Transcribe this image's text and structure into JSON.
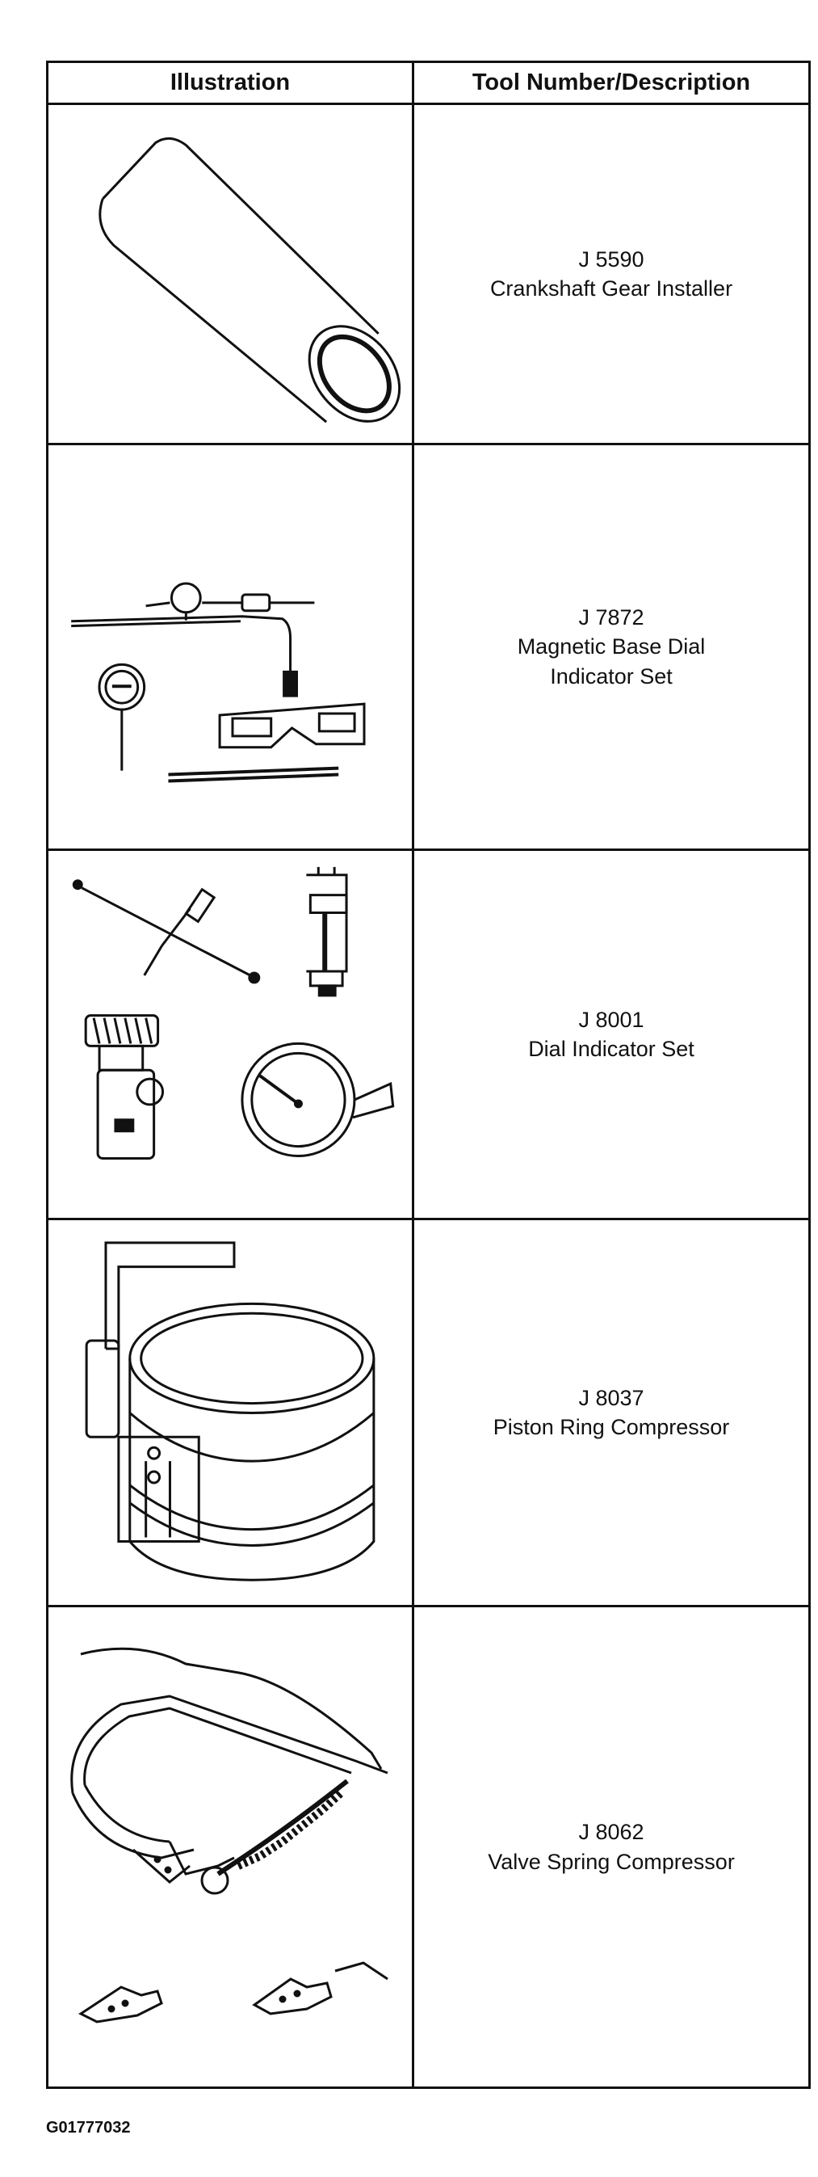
{
  "table": {
    "headers": {
      "illustration": "Illustration",
      "tool": "Tool Number/Description"
    },
    "rows": [
      {
        "number": "J 5590",
        "description": "Crankshaft Gear Installer",
        "icon": "tube-icon"
      },
      {
        "number": "J 7872",
        "description": "Magnetic Base Dial",
        "description2": "Indicator Set",
        "icon": "magnetic-base-dial-indicator-icon"
      },
      {
        "number": "J 8001",
        "description": "Dial Indicator Set",
        "icon": "dial-indicator-set-icon"
      },
      {
        "number": "J 8037",
        "description": "Piston Ring Compressor",
        "icon": "piston-ring-compressor-icon"
      },
      {
        "number": "J 8062",
        "description": "Valve Spring Compressor",
        "icon": "valve-spring-compressor-icon"
      }
    ]
  },
  "footer": {
    "code": "G01777032"
  }
}
